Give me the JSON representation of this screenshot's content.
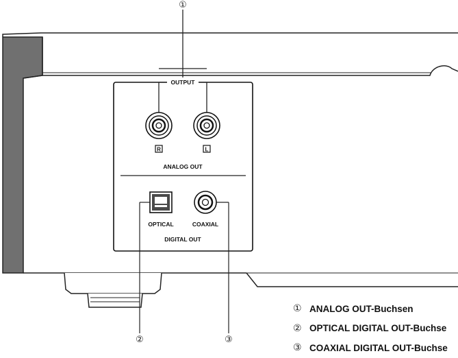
{
  "panel": {
    "output_label": "OUTPUT",
    "r_label": "R",
    "l_label": "L",
    "analog_out_label": "ANALOG OUT",
    "optical_label": "OPTICAL",
    "coaxial_label": "COAXIAL",
    "digital_out_label": "DIGITAL OUT"
  },
  "callouts": {
    "c1": "①",
    "c2": "②",
    "c3": "③"
  },
  "legend": [
    {
      "num": "①",
      "text": "ANALOG OUT-Buchsen"
    },
    {
      "num": "②",
      "text": "OPTICAL DIGITAL OUT-Buchse"
    },
    {
      "num": "③",
      "text": "COAXIAL DIGITAL OUT-Buchse"
    }
  ]
}
